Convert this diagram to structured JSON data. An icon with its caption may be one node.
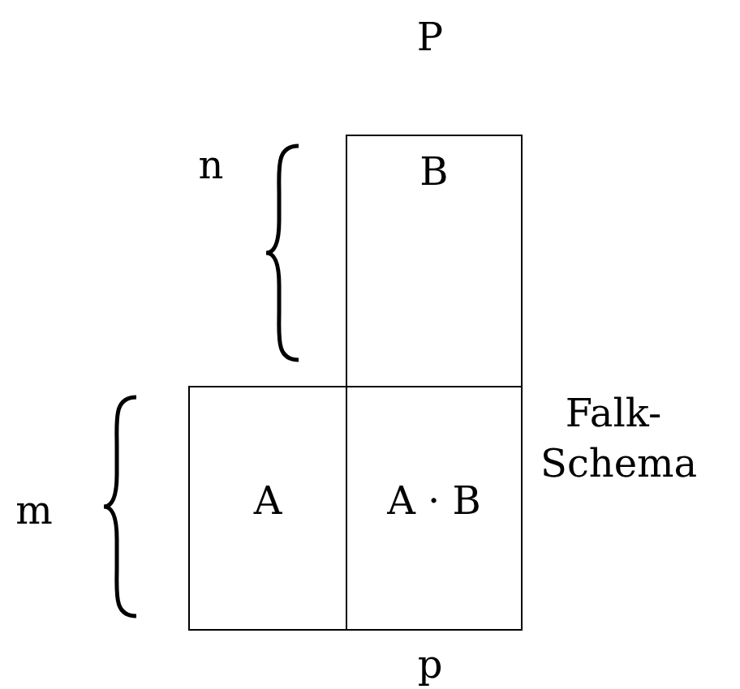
{
  "diagram": {
    "nodes": [
      {
        "text": [
          "B"
        ]
      },
      {
        "text": [
          "A"
        ]
      },
      {
        "text": [
          "A · B"
        ]
      }
    ],
    "labels": [
      "P",
      "n",
      "m",
      "Falk-Schema",
      "p"
    ]
  }
}
